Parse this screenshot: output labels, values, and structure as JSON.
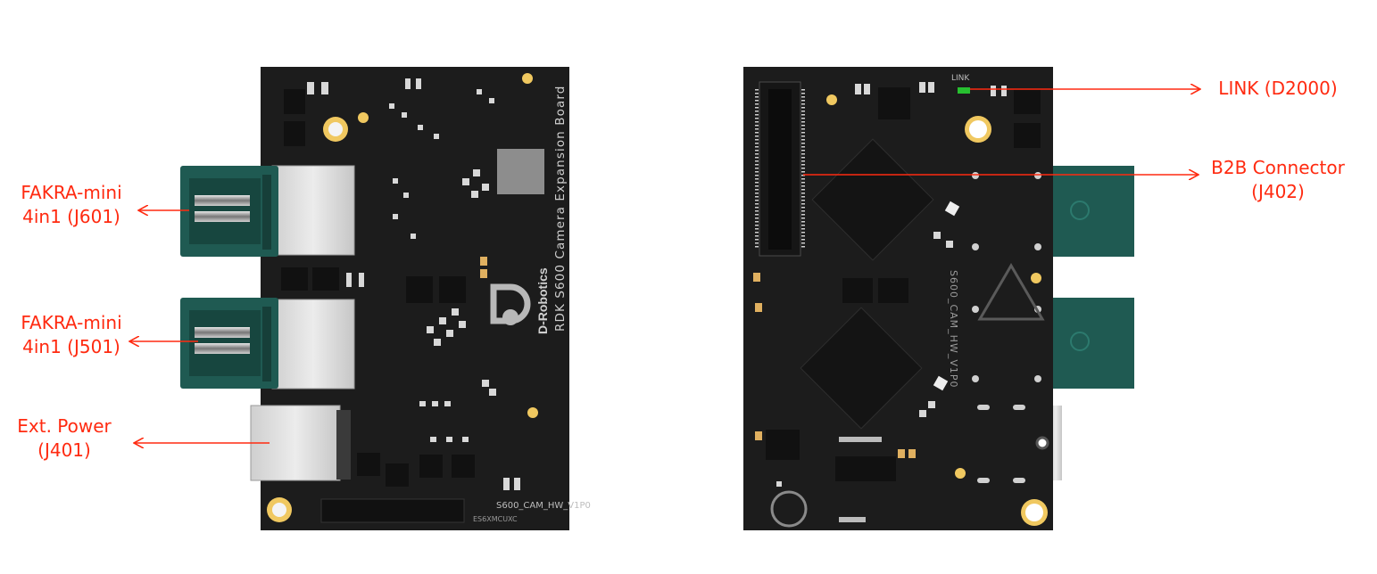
{
  "board_silkscreen": {
    "brand": "D-Robotics",
    "title": "RDK S600 Camera Expansion Board",
    "hw_version": "S600_CAM_HW_V1P0",
    "marking": "ES6XMCUXC",
    "link_led_text": "LINK"
  },
  "callouts": [
    {
      "id": "fakra-j601",
      "lines": [
        "FAKRA-mini",
        "4in1 (J601)"
      ]
    },
    {
      "id": "fakra-j501",
      "lines": [
        "FAKRA-mini",
        "4in1 (J501)"
      ]
    },
    {
      "id": "ext-power-j401",
      "lines": [
        "Ext. Power",
        "(J401)"
      ]
    },
    {
      "id": "link-d2000",
      "lines": [
        "LINK (D2000)"
      ]
    },
    {
      "id": "b2b-j402",
      "lines": [
        "B2B Connector",
        "(J402)"
      ]
    }
  ],
  "colors": {
    "annotation": "#ff2a10",
    "pcb": "#1c1c1c",
    "fakra_housing": "#1f5a52",
    "metal": "#dcdcdc",
    "pad_gold": "#f0c860",
    "led_green": "#27c030"
  }
}
